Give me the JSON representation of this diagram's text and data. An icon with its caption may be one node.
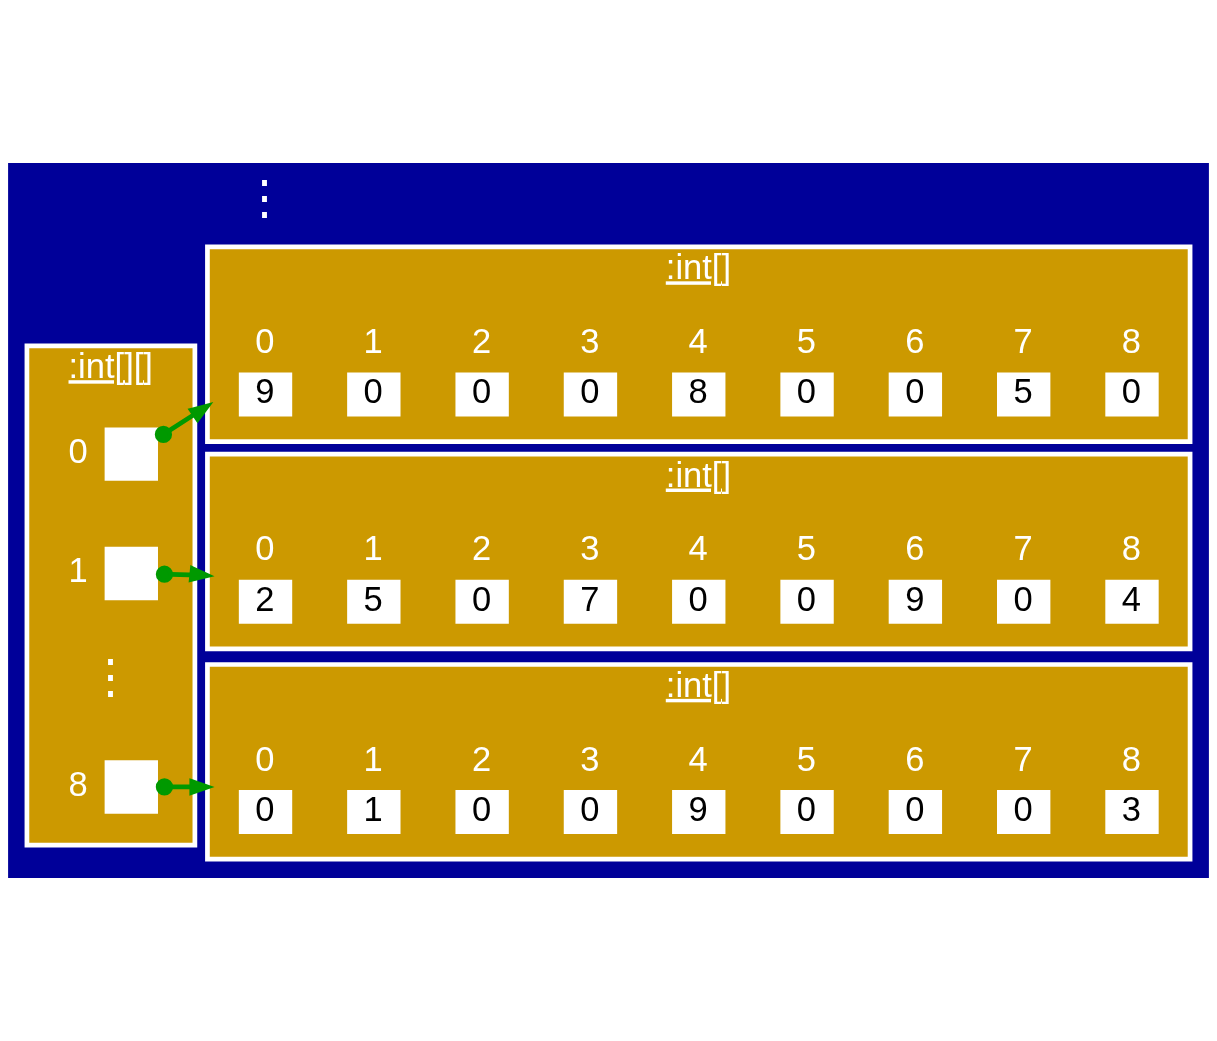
{
  "diagram": {
    "nodes": [
      {
        "text": [
          ":int[][]"
        ]
      },
      {
        "text": [],
        "shape": "box",
        "in": 0,
        "beside": [
          "0"
        ]
      },
      {
        "text": [],
        "shape": "box",
        "in": 0,
        "beside": [
          "1"
        ]
      },
      {
        "text": [],
        "shape": "box",
        "in": 0,
        "beside": [
          "8"
        ]
      },
      {
        "text": [
          ":int[]"
        ]
      },
      {
        "text": [
          "9"
        ],
        "in": 4,
        "beside": [
          "0"
        ]
      },
      {
        "text": [
          "0"
        ],
        "in": 4,
        "beside": [
          "1"
        ]
      },
      {
        "text": [
          "0"
        ],
        "in": 4,
        "beside": [
          "2"
        ]
      },
      {
        "text": [
          "0"
        ],
        "in": 4,
        "beside": [
          "3"
        ]
      },
      {
        "text": [
          "8"
        ],
        "in": 4,
        "beside": [
          "4"
        ]
      },
      {
        "text": [
          "0"
        ],
        "in": 4,
        "beside": [
          "5"
        ]
      },
      {
        "text": [
          "0"
        ],
        "in": 4,
        "beside": [
          "6"
        ]
      },
      {
        "text": [
          "5"
        ],
        "in": 4,
        "beside": [
          "7"
        ]
      },
      {
        "text": [
          "0"
        ],
        "in": 4,
        "beside": [
          "8"
        ]
      },
      {
        "text": [
          ":int[]"
        ]
      },
      {
        "text": [
          "2"
        ],
        "in": 14,
        "beside": [
          "0"
        ]
      },
      {
        "text": [
          "5"
        ],
        "in": 14,
        "beside": [
          "1"
        ]
      },
      {
        "text": [
          "0"
        ],
        "in": 14,
        "beside": [
          "2"
        ]
      },
      {
        "text": [
          "7"
        ],
        "in": 14,
        "beside": [
          "3"
        ]
      },
      {
        "text": [
          "0"
        ],
        "in": 14,
        "beside": [
          "4"
        ]
      },
      {
        "text": [
          "0"
        ],
        "in": 14,
        "beside": [
          "5"
        ]
      },
      {
        "text": [
          "9"
        ],
        "in": 14,
        "beside": [
          "6"
        ]
      },
      {
        "text": [
          "0"
        ],
        "in": 14,
        "beside": [
          "7"
        ]
      },
      {
        "text": [
          "4"
        ],
        "in": 14,
        "beside": [
          "8"
        ]
      },
      {
        "text": [
          ":int[]"
        ]
      },
      {
        "text": [
          "0"
        ],
        "in": 24,
        "beside": [
          "0"
        ]
      },
      {
        "text": [
          "1"
        ],
        "in": 24,
        "beside": [
          "1"
        ]
      },
      {
        "text": [
          "0"
        ],
        "in": 24,
        "beside": [
          "2"
        ]
      },
      {
        "text": [
          "0"
        ],
        "in": 24,
        "beside": [
          "3"
        ]
      },
      {
        "text": [
          "9"
        ],
        "in": 24,
        "beside": [
          "4"
        ]
      },
      {
        "text": [
          "0"
        ],
        "in": 24,
        "beside": [
          "5"
        ]
      },
      {
        "text": [
          "0"
        ],
        "in": 24,
        "beside": [
          "6"
        ]
      },
      {
        "text": [
          "0"
        ],
        "in": 24,
        "beside": [
          "7"
        ]
      },
      {
        "text": [
          "3"
        ],
        "in": 24,
        "beside": [
          "8"
        ]
      }
    ],
    "edges": [
      {
        "from": 1,
        "to": 4,
        "arrow": "to"
      },
      {
        "from": 2,
        "to": 14,
        "arrow": "to"
      },
      {
        "from": 3,
        "to": 24,
        "arrow": "to"
      }
    ],
    "labels": [
      "⋮",
      "⋮"
    ]
  }
}
